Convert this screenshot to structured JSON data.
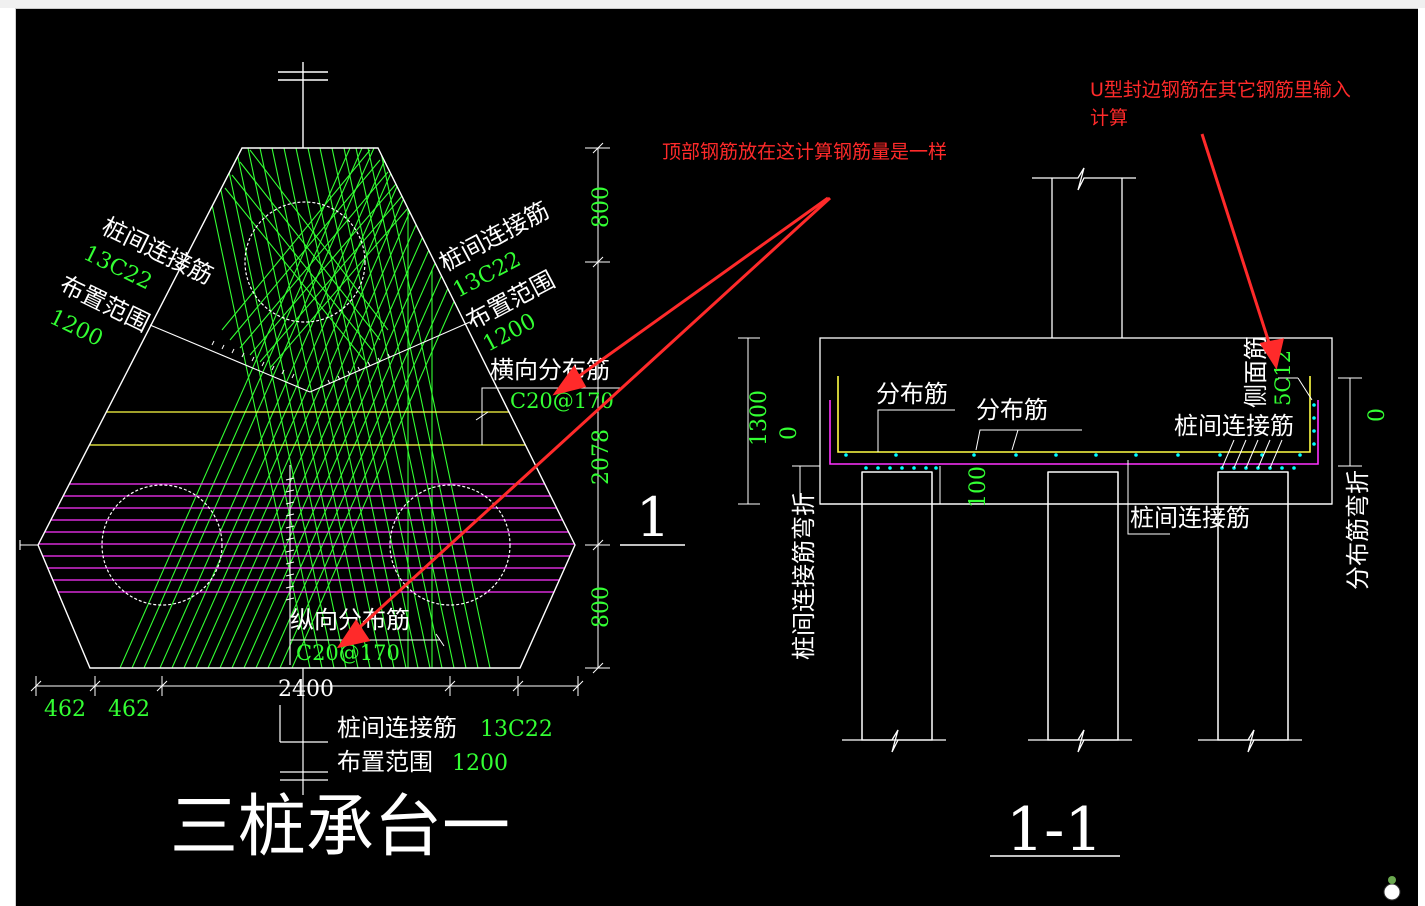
{
  "colors": {
    "background": "#000000",
    "structure": "#ffffff",
    "green": "#33ff33",
    "yellow": "#ffff44",
    "magenta": "#ff33ff",
    "annotation": "#ff2a2a",
    "cyan": "#00ffff"
  },
  "plan": {
    "title": "三桩承台一",
    "section_marker": "1",
    "left_rebar": {
      "name": "桩间连接筋",
      "spec": "13C22",
      "range_label": "布置范围",
      "range": "1200"
    },
    "right_rebar": {
      "name": "桩间连接筋",
      "spec": "13C22",
      "range_label": "布置范围",
      "range": "1200"
    },
    "bottom_rebar": {
      "name": "桩间连接筋",
      "spec": "13C22",
      "range_label": "布置范围",
      "range": "1200"
    },
    "transverse": {
      "name": "横向分布筋",
      "spec": "C20@170"
    },
    "longitudinal": {
      "name": "纵向分布筋",
      "spec": "C20@170"
    },
    "dims_right": [
      "800",
      "2078",
      "800"
    ],
    "dims_bottom": {
      "total": "2400",
      "left1": "462",
      "left2": "462"
    }
  },
  "section": {
    "title": "1-1",
    "labels": {
      "dist1": "分布筋",
      "dist2": "分布筋",
      "connect_top": "桩间连接筋",
      "connect_bottom": "桩间连接筋",
      "side": "侧面筋",
      "side_spec": "5C12",
      "left_vertical": "桩间连接筋弯折",
      "right_vertical": "分布筋弯折"
    },
    "dims": {
      "height": "1300",
      "left_zero": "0",
      "right_zero": "0",
      "cover": "100"
    }
  },
  "annotations": {
    "top_rebar_note": "顶部钢筋放在这计算钢筋量是一样",
    "u_rebar_note_line1": "U型封边钢筋在其它钢筋里输入",
    "u_rebar_note_line2": "计算"
  }
}
